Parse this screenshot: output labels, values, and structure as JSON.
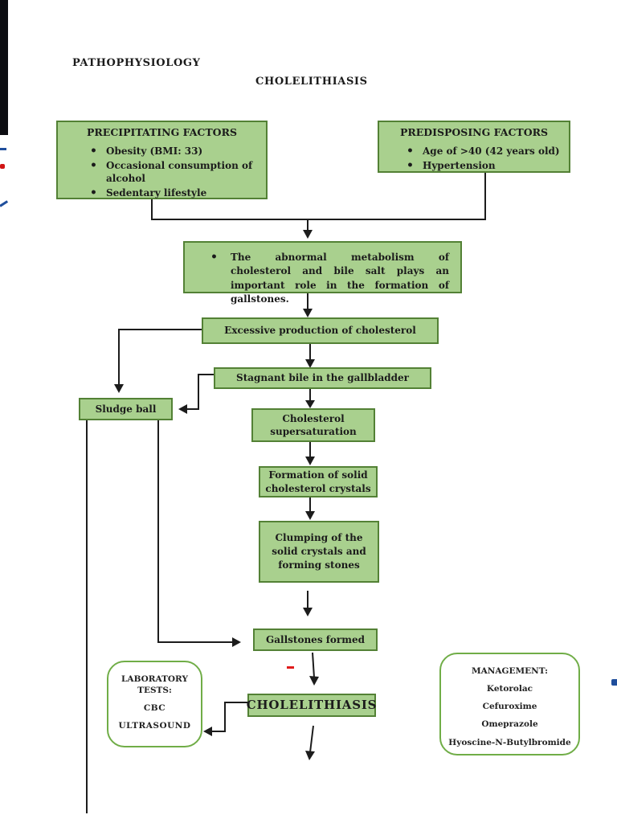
{
  "page": {
    "heading": "PATHOPHYSIOLOGY",
    "subheading": "CHOLELITHIASIS"
  },
  "boxes": {
    "precipitating": {
      "title": "PRECIPITATING FACTORS",
      "items": [
        "Obesity (BMI: 33)",
        "Occasional consumption of alcohol",
        "Sedentary lifestyle"
      ]
    },
    "predisposing": {
      "title": "PREDISPOSING FACTORS",
      "items": [
        "Age of >40 (42 years old)",
        "Hypertension"
      ]
    },
    "metabolism": {
      "text": "The abnormal metabolism of cholesterol and bile salt plays an important role in the formation of gallstones."
    },
    "excessive": {
      "text": "Excessive production of cholesterol"
    },
    "stagnant": {
      "text": "Stagnant bile in the gallbladder"
    },
    "sludge": {
      "text": "Sludge ball"
    },
    "supersaturation": {
      "line1": "Cholesterol",
      "line2": "supersaturation"
    },
    "formation": {
      "line1": "Formation of solid",
      "line2": "cholesterol crystals"
    },
    "clumping": {
      "line1": "Clumping of the",
      "line2": "solid crystals and",
      "line3": "forming stones"
    },
    "gallstones": {
      "text": "Gallstones formed"
    },
    "cholelithiasis": {
      "text": "CHOLELITHIASIS"
    },
    "lab": {
      "title": "LABORATORY TESTS:",
      "items": [
        "CBC",
        "ULTRASOUND"
      ]
    },
    "management": {
      "title": "MANAGEMENT:",
      "items": [
        "Ketorolac",
        "Cefuroxime",
        "Omeprazole",
        "Hyoscine-N-Butylbromide"
      ]
    }
  },
  "colors": {
    "box_fill": "#a9d08e",
    "box_border": "#538135",
    "rounded_border": "#70ad47",
    "connector": "#1c1c1c",
    "annotation_red": "#e01b1b",
    "annotation_blue": "#1f4e9c"
  }
}
